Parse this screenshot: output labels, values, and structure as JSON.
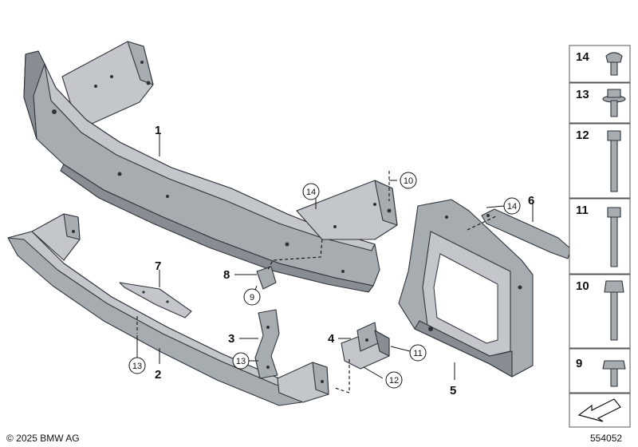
{
  "callouts": [
    {
      "id": "1",
      "label": "1"
    },
    {
      "id": "2",
      "label": "2"
    },
    {
      "id": "3",
      "label": "3"
    },
    {
      "id": "4",
      "label": "4"
    },
    {
      "id": "5",
      "label": "5"
    },
    {
      "id": "6",
      "label": "6"
    },
    {
      "id": "7",
      "label": "7"
    },
    {
      "id": "8",
      "label": "8"
    }
  ],
  "circled_callouts": [
    {
      "id": "14a",
      "label": "14"
    },
    {
      "id": "10",
      "label": "10"
    },
    {
      "id": "14b",
      "label": "14"
    },
    {
      "id": "9",
      "label": "9"
    },
    {
      "id": "13a",
      "label": "13"
    },
    {
      "id": "13b",
      "label": "13"
    },
    {
      "id": "11",
      "label": "11"
    },
    {
      "id": "12",
      "label": "12"
    }
  ],
  "legend": [
    {
      "label": "14",
      "part": "flange-screw-small"
    },
    {
      "label": "13",
      "part": "collar-screw-with-washer"
    },
    {
      "label": "12",
      "part": "hex-bolt-long"
    },
    {
      "label": "11",
      "part": "hex-bolt-medium"
    },
    {
      "label": "10",
      "part": "flange-bolt"
    },
    {
      "label": "9",
      "part": "flange-screw-short"
    }
  ],
  "footer": {
    "copyright": "© 2025 BMW AG",
    "diagram_number": "554052"
  },
  "colors": {
    "part_fill": "#a7acb1",
    "outline": "#30343a",
    "text": "#111111"
  }
}
